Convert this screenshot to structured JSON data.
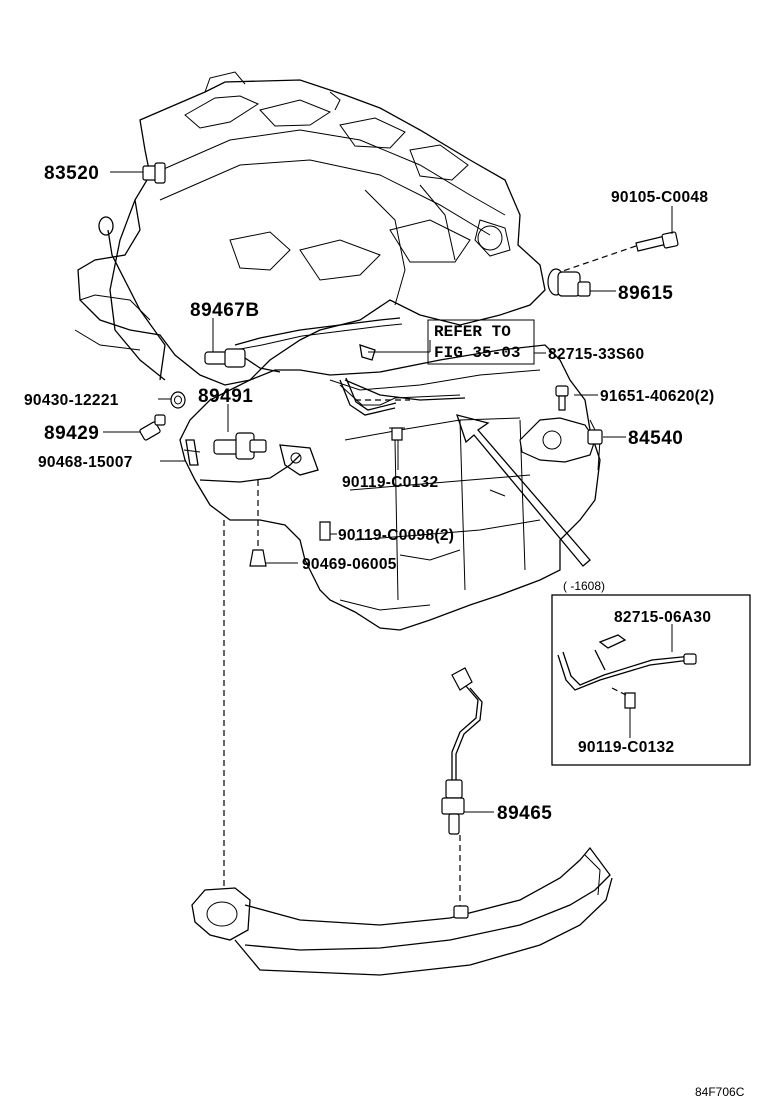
{
  "parts": {
    "p83520": "83520",
    "p90105": "90105-C0048",
    "p89615": "89615",
    "p89467b": "89467B",
    "refer1": "REFER TO",
    "refer2": "FIG 35-03",
    "p82715_33s60": "82715-33S60",
    "p90430": "90430-12221",
    "p89491": "89491",
    "p91651": "91651-40620(2)",
    "p89429": "89429",
    "p84540": "84540",
    "p90468": "90468-15007",
    "p90119_c0132": "90119-C0132",
    "p90119_c0098": "90119-C0098(2)",
    "p90469": "90469-06005",
    "inset_note": "(   -1608)",
    "p82715_06a30": "82715-06A30",
    "p90119_c0132_inset": "90119-C0132",
    "p89465": "89465",
    "figure_code": "84F706C"
  }
}
